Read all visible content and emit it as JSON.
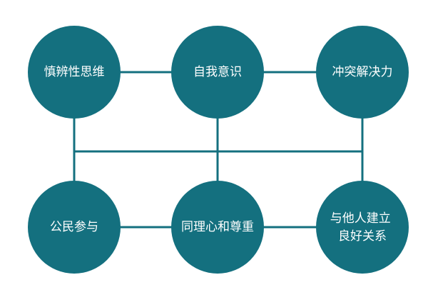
{
  "colors": {
    "node_fill": "#14707f",
    "connector": "#14707f",
    "label_text": "#ffffff"
  },
  "nodes": [
    {
      "id": "n1",
      "lines": [
        "慎辨性思维"
      ]
    },
    {
      "id": "n2",
      "lines": [
        "自我意识"
      ]
    },
    {
      "id": "n3",
      "lines": [
        "冲突解决力"
      ]
    },
    {
      "id": "n4",
      "lines": [
        "公民参与"
      ]
    },
    {
      "id": "n5",
      "lines": [
        "同理心和尊重"
      ]
    },
    {
      "id": "n6",
      "lines": [
        "与他人建立",
        "良好关系"
      ]
    }
  ]
}
